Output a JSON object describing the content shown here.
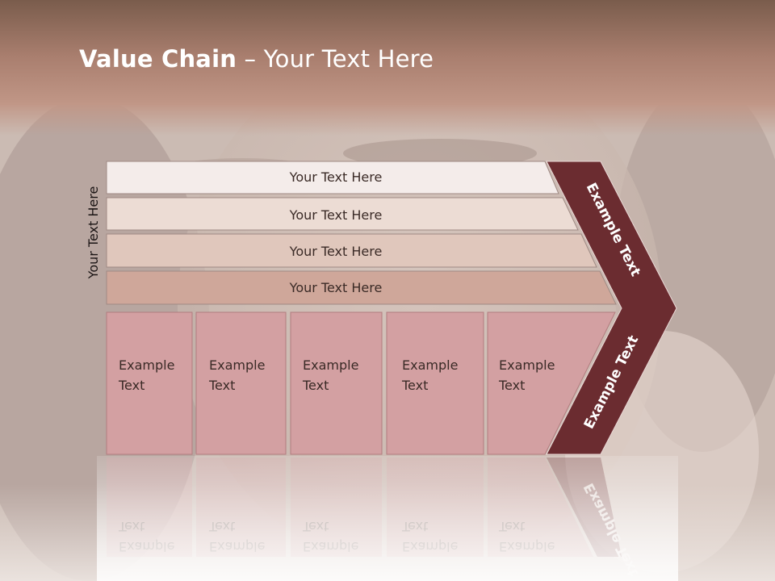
{
  "slide": {
    "title_bold": "Value Chain",
    "title_rest": " – Your Text Here"
  },
  "diagram": {
    "side_label": "Your Text Here",
    "support_rows": [
      "Your Text Here",
      "Your Text Here",
      "Your Text Here",
      "Your Text Here"
    ],
    "primary_boxes": [
      "Example Text",
      "Example Text",
      "Example Text",
      "Example Text",
      "Example Text"
    ],
    "arrow_top_label": "Example Text",
    "arrow_bottom_label": "Example Text"
  },
  "colors": {
    "header_band": "#a5786a",
    "row_1": "#f4ecea",
    "row_2": "#ecdcd4",
    "row_3": "#e0c7bc",
    "row_4": "#cfa79a",
    "box_fill": "#d3a0a2",
    "box_border": "#b27c7f",
    "arrow_fill": "#6b2c30",
    "text_dark": "#3a2a26"
  }
}
